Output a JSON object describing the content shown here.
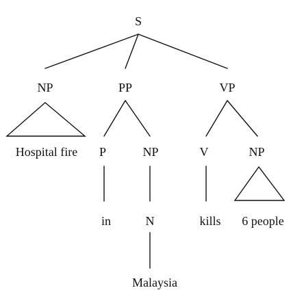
{
  "tree": {
    "nodes": {
      "s": "S",
      "np_subject": "NP",
      "pp": "PP",
      "vp": "VP",
      "np_subject_words": "Hospital fire",
      "p": "P",
      "np_pp": "NP",
      "v": "V",
      "np_object": "NP",
      "word_in": "in",
      "n": "N",
      "word_kills": "kills",
      "np_object_words": "6 people",
      "word_malaysia": "Malaysia"
    }
  }
}
